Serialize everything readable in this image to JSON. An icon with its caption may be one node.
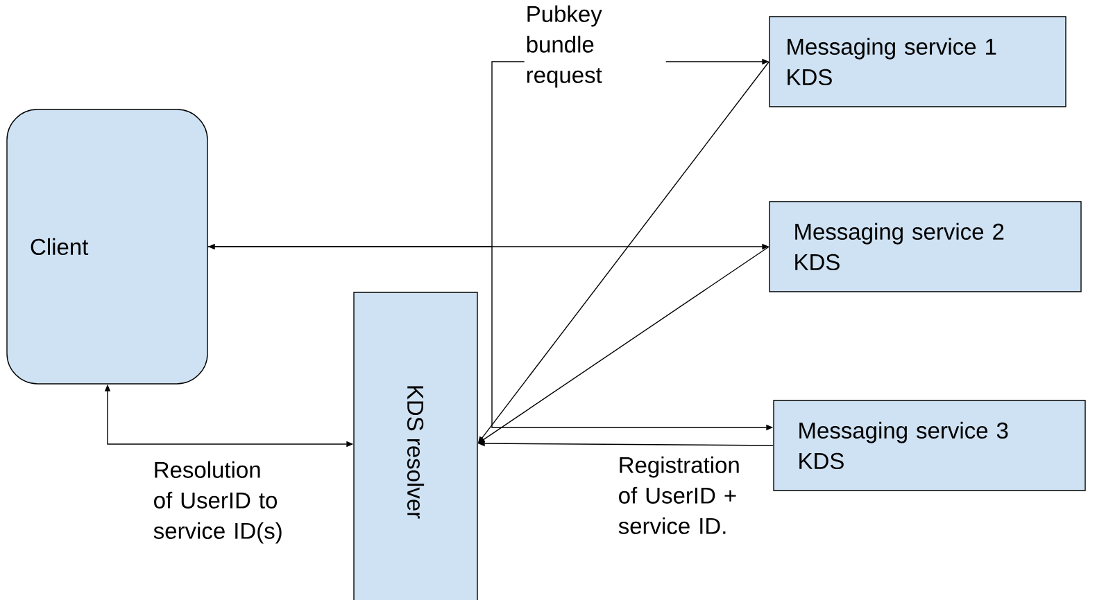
{
  "diagram": {
    "nodes": [
      {
        "text": [
          "Client"
        ]
      },
      {
        "text": [
          "KDS resolver"
        ]
      },
      {
        "text": [
          "Messaging service 1 KDS"
        ]
      },
      {
        "text": [
          "Messaging service 2 KDS"
        ]
      },
      {
        "text": [
          "Messaging service 3 KDS"
        ]
      }
    ],
    "edges": [
      {
        "from": 0,
        "to": 2,
        "arrow": "to",
        "label": "Pubkey bundle request"
      },
      {
        "from": 0,
        "to": 3,
        "arrow": "both"
      },
      {
        "from": 0,
        "to": 4,
        "arrow": "to"
      },
      {
        "from": 2,
        "to": 1,
        "arrow": "to"
      },
      {
        "from": 3,
        "to": 1,
        "arrow": "to"
      },
      {
        "from": 4,
        "to": 1,
        "arrow": "to",
        "label": "Registration of UserID + service ID."
      },
      {
        "from": 0,
        "to": 1,
        "arrow": "both",
        "label": "Resolution of UserID to service ID(s)"
      }
    ]
  }
}
